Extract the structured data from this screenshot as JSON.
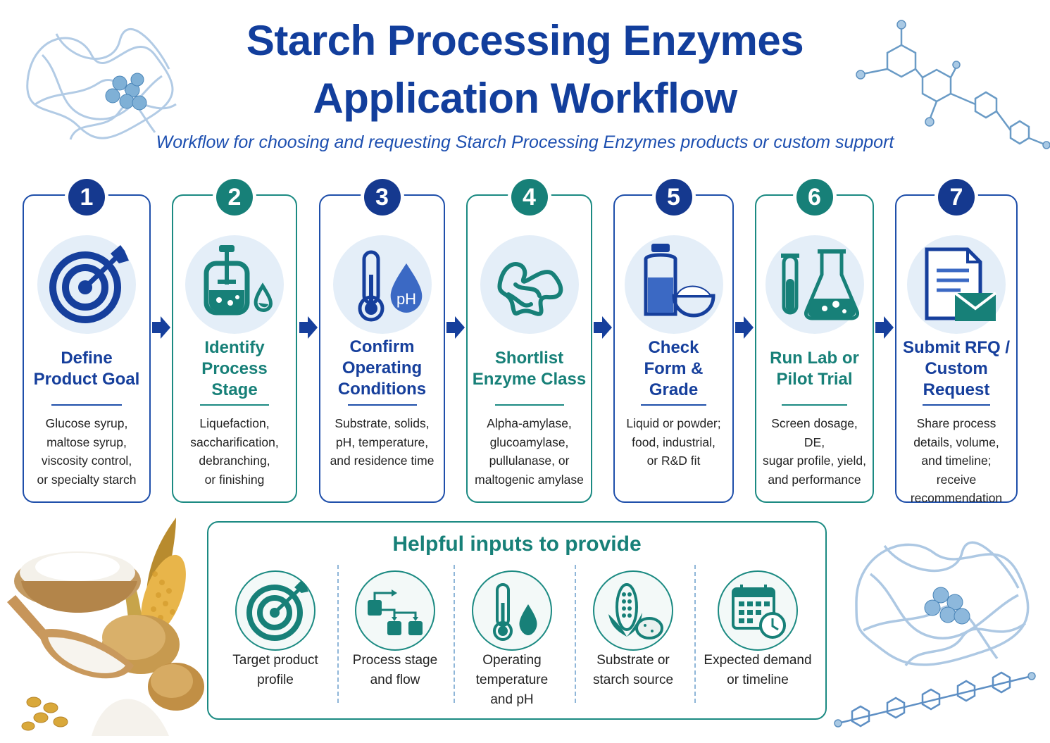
{
  "title_line1": "Starch Processing Enzymes",
  "title_line2": "Application Workflow",
  "subtitle": "Workflow for choosing and requesting Starch Processing Enzymes products or custom support",
  "steps": [
    {
      "number": "1",
      "title": "Define\nProduct Goal",
      "description": "Glucose syrup,\nmaltose syrup,\nviscosity control,\nor specialty starch",
      "icon": "target-icon"
    },
    {
      "number": "2",
      "title": "Identify\nProcess Stage",
      "description": "Liquefaction,\nsaccharification,\ndebranching,\nor finishing",
      "icon": "reactor-tank-icon"
    },
    {
      "number": "3",
      "title": "Confirm\nOperating\nConditions",
      "description": "Substrate, solids,\npH, temperature,\nand residence time",
      "icon": "thermometer-ph-icon",
      "icon_text": "pH"
    },
    {
      "number": "4",
      "title": "Shortlist\nEnzyme Class",
      "description": "Alpha-amylase,\nglucoamylase,\npullulanase, or\nmaltogenic amylase",
      "icon": "protein-ribbon-icon"
    },
    {
      "number": "5",
      "title": "Check\nForm & Grade",
      "description": "Liquid or powder;\nfood, industrial,\nor R&D fit",
      "icon": "bottle-powder-icon"
    },
    {
      "number": "6",
      "title": "Run Lab or\nPilot Trial",
      "description": "Screen dosage, DE,\nsugar profile, yield,\nand performance",
      "icon": "lab-glassware-icon"
    },
    {
      "number": "7",
      "title": "Submit RFQ /\nCustom Request",
      "description": "Share process\ndetails, volume,\nand timeline; receive\nrecommendation",
      "icon": "document-envelope-icon"
    }
  ],
  "inputs": {
    "title": "Helpful inputs to provide",
    "items": [
      {
        "label": "Target product\nprofile",
        "icon": "target-icon"
      },
      {
        "label": "Process stage\nand flow",
        "icon": "flow-diagram-icon"
      },
      {
        "label": "Operating\ntemperature\nand pH",
        "icon": "thermometer-drop-icon"
      },
      {
        "label": "Substrate or\nstarch source",
        "icon": "corn-potato-icon"
      },
      {
        "label": "Expected demand\nor timeline",
        "icon": "calendar-clock-icon"
      }
    ]
  },
  "colors": {
    "blue": "#163f9c",
    "teal": "#178078",
    "icon_bg": "#e4eef8"
  }
}
